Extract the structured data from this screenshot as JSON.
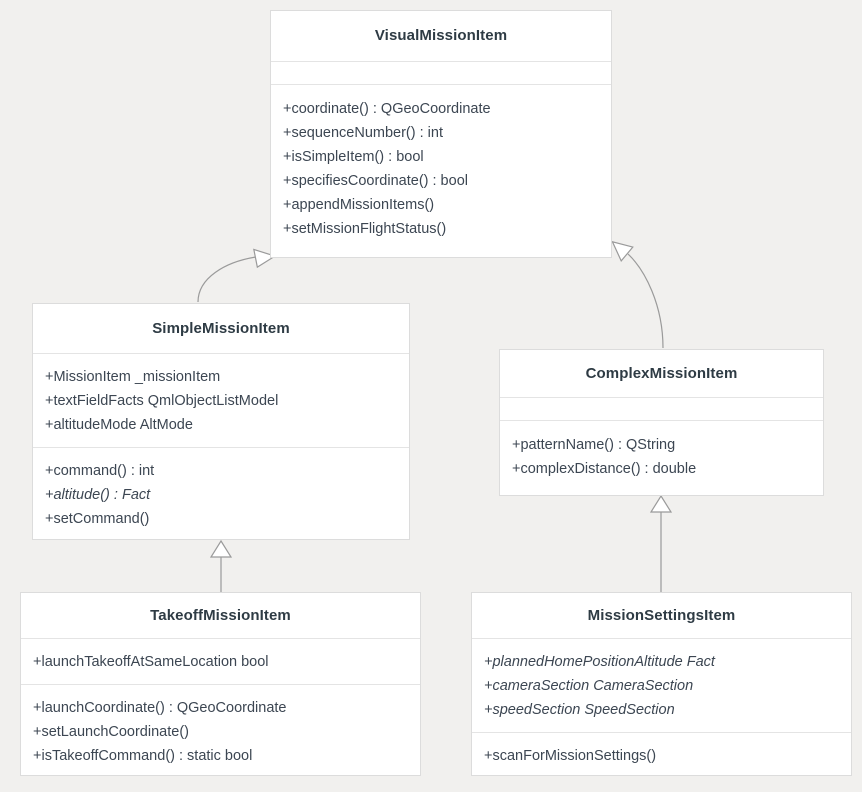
{
  "diagram": {
    "type": "uml-class-diagram",
    "background_color": "#f1f0ee",
    "box_fill": "#ffffff",
    "box_border": "#dcdcdc",
    "text_color": "#3c4652",
    "title_color": "#2e3b44",
    "edge_color": "#9a9a9a",
    "relationship_type": "generalization"
  },
  "classes": {
    "visual_mission_item": {
      "name": "VisualMissionItem",
      "attributes": [],
      "operations": [
        "+coordinate() : QGeoCoordinate",
        "+sequenceNumber() : int",
        "+isSimpleItem() : bool",
        "+specifiesCoordinate() : bool",
        "+appendMissionItems()",
        "+setMissionFlightStatus()"
      ]
    },
    "simple_mission_item": {
      "name": "SimpleMissionItem",
      "attributes": [
        "+MissionItem _missionItem",
        "+textFieldFacts QmlObjectListModel",
        "+altitudeMode AltMode"
      ],
      "operations": [
        "+command() : int",
        "+altitude() : Fact",
        "+setCommand()"
      ],
      "italic_operations": [
        "+altitude() : Fact"
      ]
    },
    "complex_mission_item": {
      "name": "ComplexMissionItem",
      "attributes": [],
      "operations": [
        "+patternName() : QString",
        "+complexDistance() : double"
      ]
    },
    "takeoff_mission_item": {
      "name": "TakeoffMissionItem",
      "attributes": [
        "+launchTakeoffAtSameLocation bool"
      ],
      "operations": [
        "+launchCoordinate() : QGeoCoordinate",
        "+setLaunchCoordinate()",
        "+isTakeoffCommand() : static bool"
      ]
    },
    "mission_settings_item": {
      "name": "MissionSettingsItem",
      "attributes": [
        "+plannedHomePositionAltitude Fact",
        "+cameraSection CameraSection",
        "+speedSection SpeedSection"
      ],
      "operations": [
        "+scanForMissionSettings()"
      ],
      "italic_attributes": [
        "+plannedHomePositionAltitude Fact",
        "+cameraSection CameraSection",
        "+speedSection SpeedSection"
      ]
    }
  },
  "relationships": [
    {
      "from": "SimpleMissionItem",
      "to": "VisualMissionItem",
      "kind": "generalization"
    },
    {
      "from": "ComplexMissionItem",
      "to": "VisualMissionItem",
      "kind": "generalization"
    },
    {
      "from": "TakeoffMissionItem",
      "to": "SimpleMissionItem",
      "kind": "generalization"
    },
    {
      "from": "MissionSettingsItem",
      "to": "ComplexMissionItem",
      "kind": "generalization"
    }
  ]
}
